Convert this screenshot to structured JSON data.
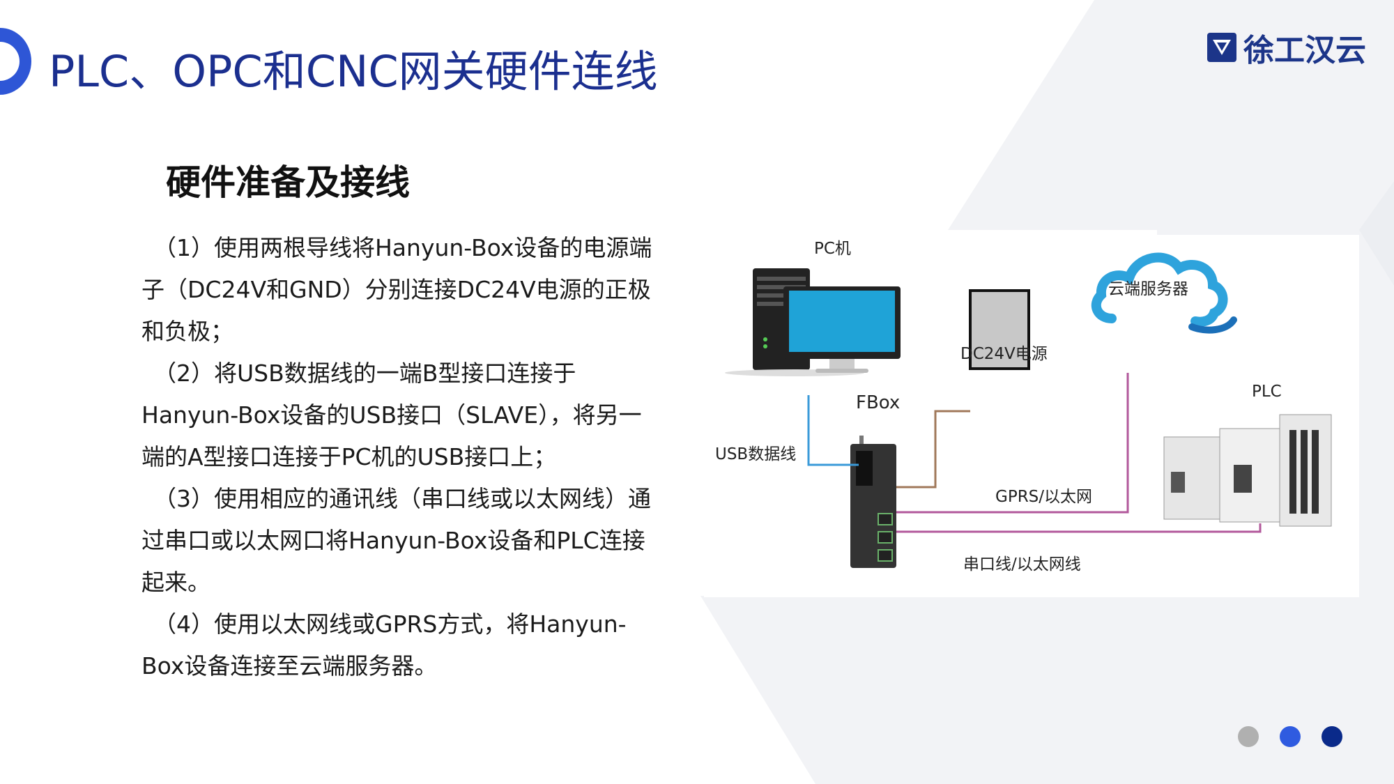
{
  "slide": {
    "title": "PLC、OPC和CNC网关硬件连线",
    "brand": "徐工汉云",
    "heading": "硬件准备及接线",
    "steps": [
      "（1）使用两根导线将Hanyun-Box设备的电源端子（DC24V和GND）分别连接DC24V电源的正极和负极；",
      "（2）将USB数据线的一端B型接口连接于Hanyun-Box设备的USB接口（SLAVE），将另一端的A型接口连接于PC机的USB接口上；",
      "（3）使用相应的通讯线（串口线或以太网线）通过串口或以太网口将Hanyun-Box设备和PLC连接起来。",
      "（4）使用以太网线或GPRS方式，将Hanyun-Box设备连接至云端服务器。"
    ]
  },
  "diagram": {
    "pc_label": "PC机",
    "cloud_label": "云端服务器",
    "power_label": "DC24V电源",
    "fbox_label": "FBox",
    "plc_label": "PLC",
    "usb_label": "USB数据线",
    "gprs_label": "GPRS/以太网",
    "serial_label": "串口线/以太网线"
  },
  "icons": {
    "title_mark": "half-circle-mark-icon",
    "logo": "xcmg-logo-icon"
  },
  "pager": {
    "total": 3,
    "colors": [
      "#b0b0b0",
      "#2f5be0",
      "#0a2a8a"
    ]
  },
  "colors": {
    "title": "#1b2f8f",
    "usb_line": "#3a9ad9",
    "power_line": "#a0785a",
    "network_line": "#b2589b",
    "brand": "#1c3589"
  }
}
